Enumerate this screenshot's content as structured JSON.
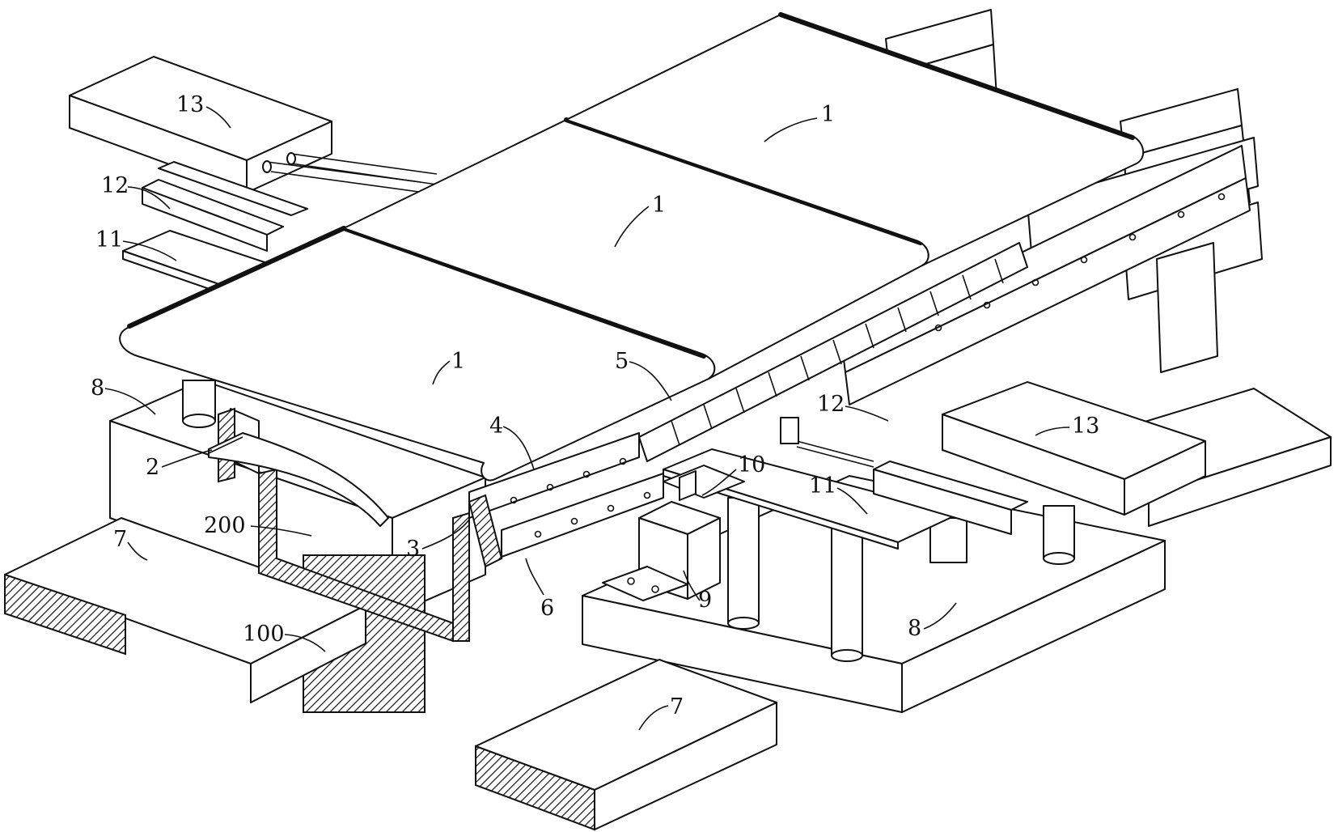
{
  "figure": {
    "labels": {
      "plate_a": "1",
      "plate_b": "1",
      "plate_c": "1",
      "part_2": "2",
      "part_3": "3",
      "part_4": "4",
      "part_5": "5",
      "part_6": "6",
      "slab_left": "7",
      "slab_front": "7",
      "base_left": "8",
      "base_right": "8",
      "part_9": "9",
      "part_10": "10",
      "platform_left": "11",
      "platform_right": "11",
      "rail_left": "12",
      "rail_right": "12",
      "box_left": "13",
      "box_right": "13",
      "pier": "100",
      "channel": "200"
    }
  }
}
